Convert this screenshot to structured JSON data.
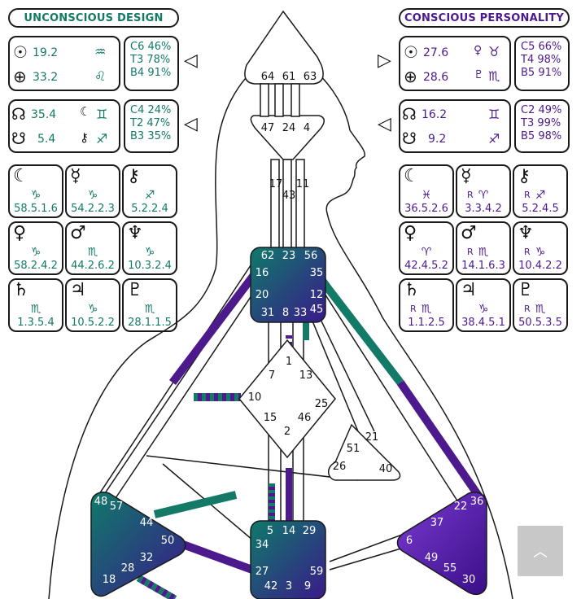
{
  "design": {
    "header": "UNCONSCIOUS DESIGN",
    "sun": {
      "value": "19.2",
      "sign": "♒"
    },
    "earth": {
      "value": "33.2",
      "sign": "♌"
    },
    "sun_vars": [
      "C6 46%",
      "T3 78%",
      "B4 91%"
    ],
    "nodes": {
      "north": "35.4",
      "north_sign": "♊",
      "south": "5.4",
      "south_sign": "♐"
    },
    "node_vars": [
      "C4 24%",
      "T2 47%",
      "B3 35%"
    ],
    "planets": [
      {
        "id": "moon",
        "glyph": "☾",
        "sign": "♑",
        "value": "58.5.1.6"
      },
      {
        "id": "mercury",
        "glyph": "☿",
        "sign": "♑",
        "value": "54.2.2.3"
      },
      {
        "id": "chiron",
        "glyph": "⚷",
        "sign": "♐",
        "value": "5.2.2.4"
      },
      {
        "id": "venus",
        "glyph": "♀",
        "sign": "♑",
        "value": "58.2.4.2"
      },
      {
        "id": "mars",
        "glyph": "♂",
        "sign": "♏",
        "value": "44.2.6.2"
      },
      {
        "id": "neptune",
        "glyph": "♆",
        "sign": "♑",
        "value": "10.3.2.4"
      },
      {
        "id": "saturn",
        "glyph": "♄",
        "sign": "♏",
        "value": "1.3.5.4"
      },
      {
        "id": "jupiter",
        "glyph": "♃",
        "sign": "♑",
        "value": "10.5.2.2"
      },
      {
        "id": "pluto",
        "glyph": "♇",
        "sign": "♏",
        "value": "28.1.1.5"
      }
    ]
  },
  "personality": {
    "header": "CONSCIOUS PERSONALITY",
    "sun": {
      "value": "27.6",
      "sign": "♉"
    },
    "earth": {
      "value": "28.6",
      "sign": "♏"
    },
    "sun_vars": [
      "C5 66%",
      "T4 98%",
      "B5 91%"
    ],
    "nodes": {
      "north": "16.2",
      "north_sign": "♊",
      "south": "9.2",
      "south_sign": "♐"
    },
    "node_vars": [
      "C2 49%",
      "T3 99%",
      "B5 98%"
    ],
    "planets": [
      {
        "id": "moon",
        "glyph": "☾",
        "sign": "♓",
        "value": "36.5.2.6",
        "retro": ""
      },
      {
        "id": "mercury",
        "glyph": "☿",
        "sign": "♈",
        "value": "3.3.4.2",
        "retro": "R"
      },
      {
        "id": "chiron",
        "glyph": "⚷",
        "sign": "♐",
        "value": "5.2.4.5",
        "retro": "R"
      },
      {
        "id": "venus",
        "glyph": "♀",
        "sign": "♈",
        "value": "42.4.5.2",
        "retro": ""
      },
      {
        "id": "mars",
        "glyph": "♂",
        "sign": "♏",
        "value": "14.1.6.3",
        "retro": "R"
      },
      {
        "id": "neptune",
        "glyph": "♆",
        "sign": "♑",
        "value": "10.4.2.2",
        "retro": "R"
      },
      {
        "id": "saturn",
        "glyph": "♄",
        "sign": "♏",
        "value": "1.1.2.5",
        "retro": "R"
      },
      {
        "id": "jupiter",
        "glyph": "♃",
        "sign": "♑",
        "value": "38.4.5.1",
        "retro": ""
      },
      {
        "id": "pluto",
        "glyph": "♇",
        "sign": "♏",
        "value": "50.5.3.5",
        "retro": "R"
      }
    ]
  },
  "gates": {
    "head": [
      "64",
      "61",
      "63"
    ],
    "ajna": [
      "47",
      "24",
      "4"
    ],
    "throat_top": [
      "17",
      "43",
      "11"
    ],
    "throat": [
      "62",
      "23",
      "56",
      "16",
      "35",
      "20",
      "12",
      "31",
      "8",
      "33",
      "45"
    ],
    "g": [
      "1",
      "7",
      "13",
      "10",
      "25",
      "15",
      "46",
      "2"
    ],
    "heart": [
      "51",
      "21",
      "26",
      "40"
    ],
    "spleen": [
      "48",
      "57",
      "44",
      "50",
      "32",
      "28",
      "18"
    ],
    "sacral": [
      "5",
      "14",
      "29",
      "34",
      "27",
      "59",
      "42",
      "3",
      "9"
    ],
    "solar": [
      "36",
      "22",
      "37",
      "6",
      "49",
      "55",
      "30"
    ]
  },
  "colors": {
    "design": "#127a66",
    "personality": "#4c1a8c"
  },
  "scroll_top_icon": "chevron-up-icon"
}
